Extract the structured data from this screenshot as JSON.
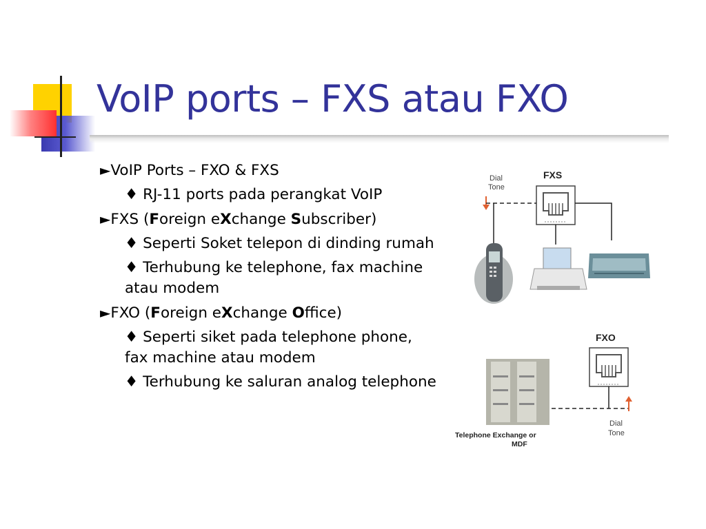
{
  "title": "VoIP ports – FXS atau FXO",
  "bullets": [
    {
      "arrow": "►",
      "text": "VoIP Ports – FXO & FXS"
    },
    {
      "diamond": "♦",
      "text": " RJ-11 ports pada perangkat VoIP"
    },
    {
      "arrow": "►",
      "prefix": "FXS (",
      "b1": "F",
      "t1": "oreign e",
      "b2": "X",
      "t2": "change ",
      "b3": "S",
      "t3": "ubscriber)"
    },
    {
      "diamond": "♦",
      "text": " Seperti Soket telepon di dinding rumah"
    },
    {
      "diamond": "♦",
      "text": " Terhubung ke  telephone, fax machine atau modem"
    },
    {
      "arrow": "►",
      "prefix": "FXO (",
      "b1": "F",
      "t1": "oreign e",
      "b2": "X",
      "t2": "change ",
      "b3": "O",
      "t3": "ffice)"
    },
    {
      "diamond": "♦",
      "text": " Seperti siket pada telephone phone, fax machine atau modem"
    },
    {
      "diamond": "♦",
      "text": " Terhubung ke saluran analog telephone"
    }
  ],
  "diagram": {
    "fxs_label": "FXS",
    "fxo_label": "FXO",
    "dial_tone_top_1": "Dial",
    "dial_tone_top_2": "Tone",
    "dial_tone_bottom_1": "Dial",
    "dial_tone_bottom_2": "Tone",
    "exchange_caption_1": "Telephone Exchange or",
    "exchange_caption_2": "MDF",
    "icons": [
      "rj11-jack-icon",
      "cordless-phone-icon",
      "fax-machine-icon",
      "modem-icon",
      "telephone-exchange-icon"
    ],
    "colors": {
      "arrow": "#e06030",
      "jack": "#555555",
      "line": "#222222"
    }
  }
}
